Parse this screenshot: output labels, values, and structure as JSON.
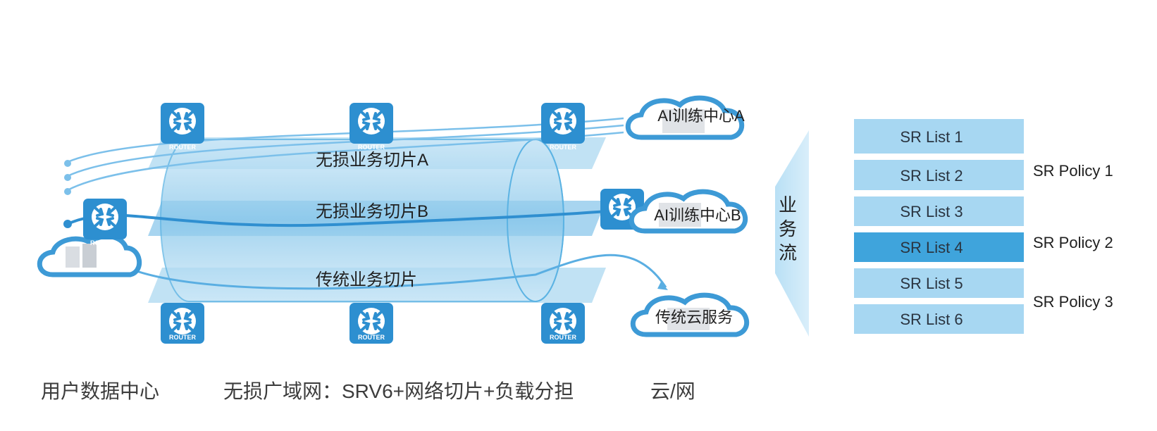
{
  "slices": {
    "a": "无损业务切片A",
    "b": "无损业务切片B",
    "c": "传统业务切片"
  },
  "clouds": {
    "ai_a": "AI训练中心A",
    "ai_b": "AI训练中心B",
    "legacy": "传统云服务"
  },
  "router_label": "ROUTER",
  "user_router_label": "ROU",
  "flow_label": [
    "业",
    "务",
    "流"
  ],
  "sr_lists": [
    "SR List 1",
    "SR List 2",
    "SR List 3",
    "SR List 4",
    "SR List 5",
    "SR List 6"
  ],
  "sr_policies": [
    "SR Policy 1",
    "SR Policy 2",
    "SR Policy 3"
  ],
  "bottom_labels": {
    "user_dc": "用户数据中心",
    "wan": "无损广域网：SRV6+网络切片+负载分担",
    "cloud": "云/网"
  },
  "colors": {
    "router": "#2d8fd0",
    "slice": "#a9d6ef",
    "tunnel": "#7fc3e8",
    "flow": "#4a9fd6",
    "sr_box": "#a7d7f2",
    "sr_box_active": "#3fa4dc"
  }
}
